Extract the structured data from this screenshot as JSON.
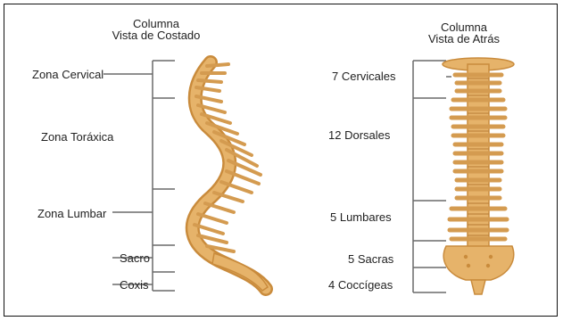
{
  "side_view": {
    "title_line1": "Columna",
    "title_line2": "Vista de Costado",
    "labels": {
      "cervical": "Zona Cervical",
      "thoracic": "Zona Toráxica",
      "lumbar": "Zona Lumbar",
      "sacrum": "Sacro",
      "coccyx": "Coxis"
    }
  },
  "back_view": {
    "title_line1": "Columna",
    "title_line2": "Vista de Atrás",
    "labels": {
      "cervical": "7 Cervicales",
      "dorsal": "12 Dorsales",
      "lumbar": "5 Lumbares",
      "sacral": "5 Sacras",
      "coccygeal": "4 Coccígeas"
    }
  },
  "colors": {
    "bone": "#e6b36a",
    "bone_dark": "#c98b3c",
    "bone_light": "#f5d7a1",
    "line": "#6a6a6a"
  }
}
